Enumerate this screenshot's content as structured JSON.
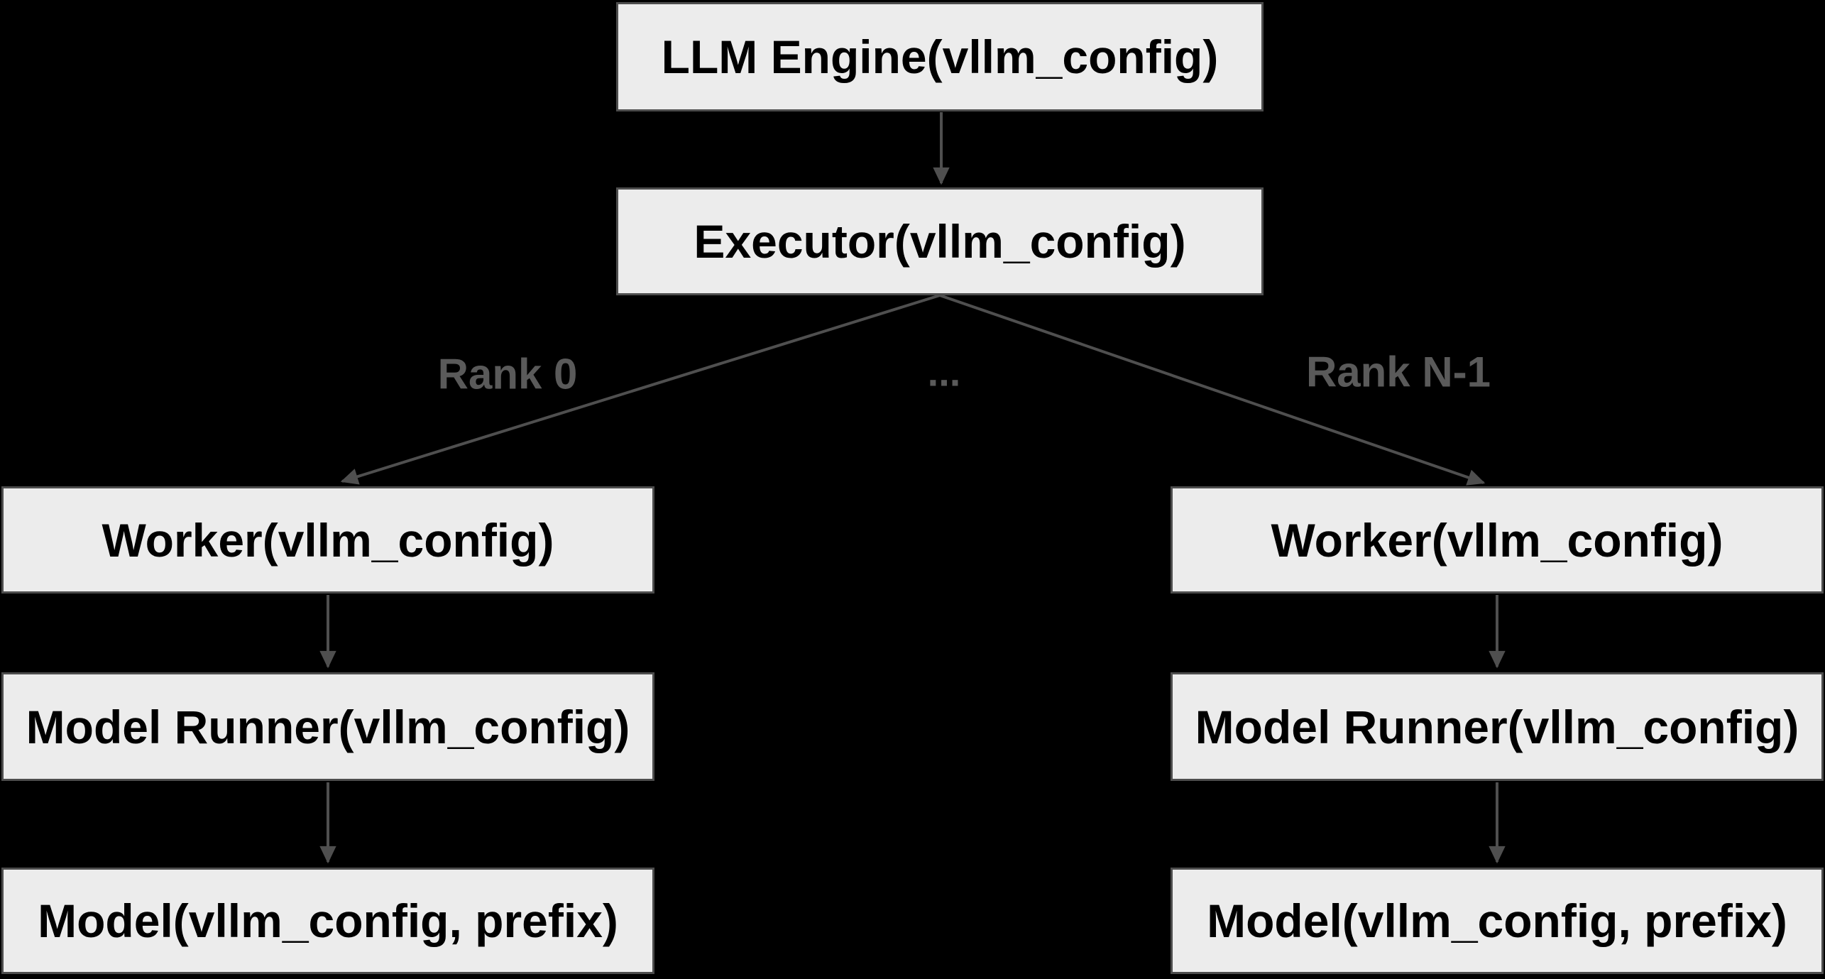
{
  "diagram": {
    "type": "flowchart-top-down",
    "nodes": {
      "llm_engine": "LLM Engine(vllm_config)",
      "executor": "Executor(vllm_config)",
      "worker_left": "Worker(vllm_config)",
      "worker_right": "Worker(vllm_config)",
      "model_runner_left": "Model Runner(vllm_config)",
      "model_runner_right": "Model Runner(vllm_config)",
      "model_left": "Model(vllm_config, prefix)",
      "model_right": "Model(vllm_config, prefix)"
    },
    "edges": [
      {
        "from": "llm_engine",
        "to": "executor",
        "label": ""
      },
      {
        "from": "executor",
        "to": "worker_left",
        "label": "Rank 0"
      },
      {
        "from": "executor",
        "to": "worker_right",
        "label": "Rank N-1"
      },
      {
        "from": "worker_left",
        "to": "model_runner_left",
        "label": ""
      },
      {
        "from": "worker_right",
        "to": "model_runner_right",
        "label": ""
      },
      {
        "from": "model_runner_left",
        "to": "model_left",
        "label": ""
      },
      {
        "from": "model_runner_right",
        "to": "model_right",
        "label": ""
      }
    ],
    "edge_labels": {
      "rank0": "Rank 0",
      "ellipsis": "...",
      "rank_n_minus_1": "Rank N-1"
    },
    "colors": {
      "background": "#000000",
      "node_fill": "#ececec",
      "node_border": "#4d4d4d",
      "node_text": "#000000",
      "edge_stroke": "#4f4f4f",
      "edge_label_text": "#5a5a5a"
    }
  }
}
